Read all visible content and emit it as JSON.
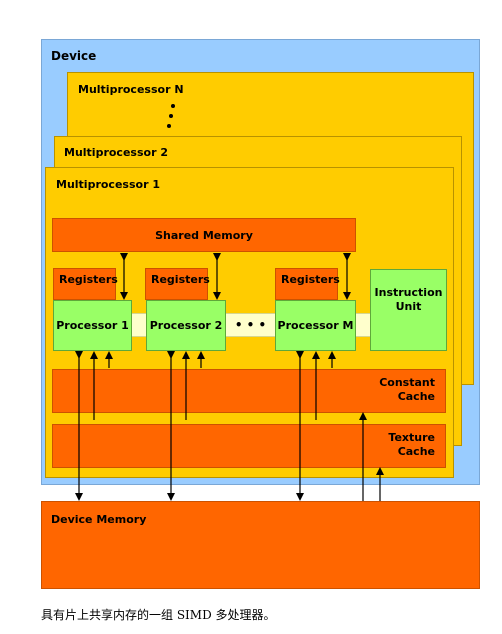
{
  "diagram": {
    "device_label": "Device",
    "multiprocessor_n_label": "Multiprocessor N",
    "multiprocessor_2_label": "Multiprocessor 2",
    "multiprocessor_1_label": "Multiprocessor 1",
    "shared_memory_label": "Shared Memory",
    "registers_label": "Registers",
    "processor_1_label": "Processor 1",
    "processor_2_label": "Processor 2",
    "processor_m_label": "Processor M",
    "ellipsis": "• • •",
    "instruction_unit_label": "Instruction\nUnit",
    "constant_cache_label": "Constant\nCache",
    "texture_cache_label": "Texture\nCache",
    "device_memory_label": "Device Memory",
    "colors": {
      "device": "#99ccff",
      "multiprocessor": "#ffcc00",
      "memory": "#ff6600",
      "processor": "#99ff66",
      "bus": "#ffffcc"
    }
  },
  "caption": "具有片上共享内存的一组 SIMD 多处理器。"
}
